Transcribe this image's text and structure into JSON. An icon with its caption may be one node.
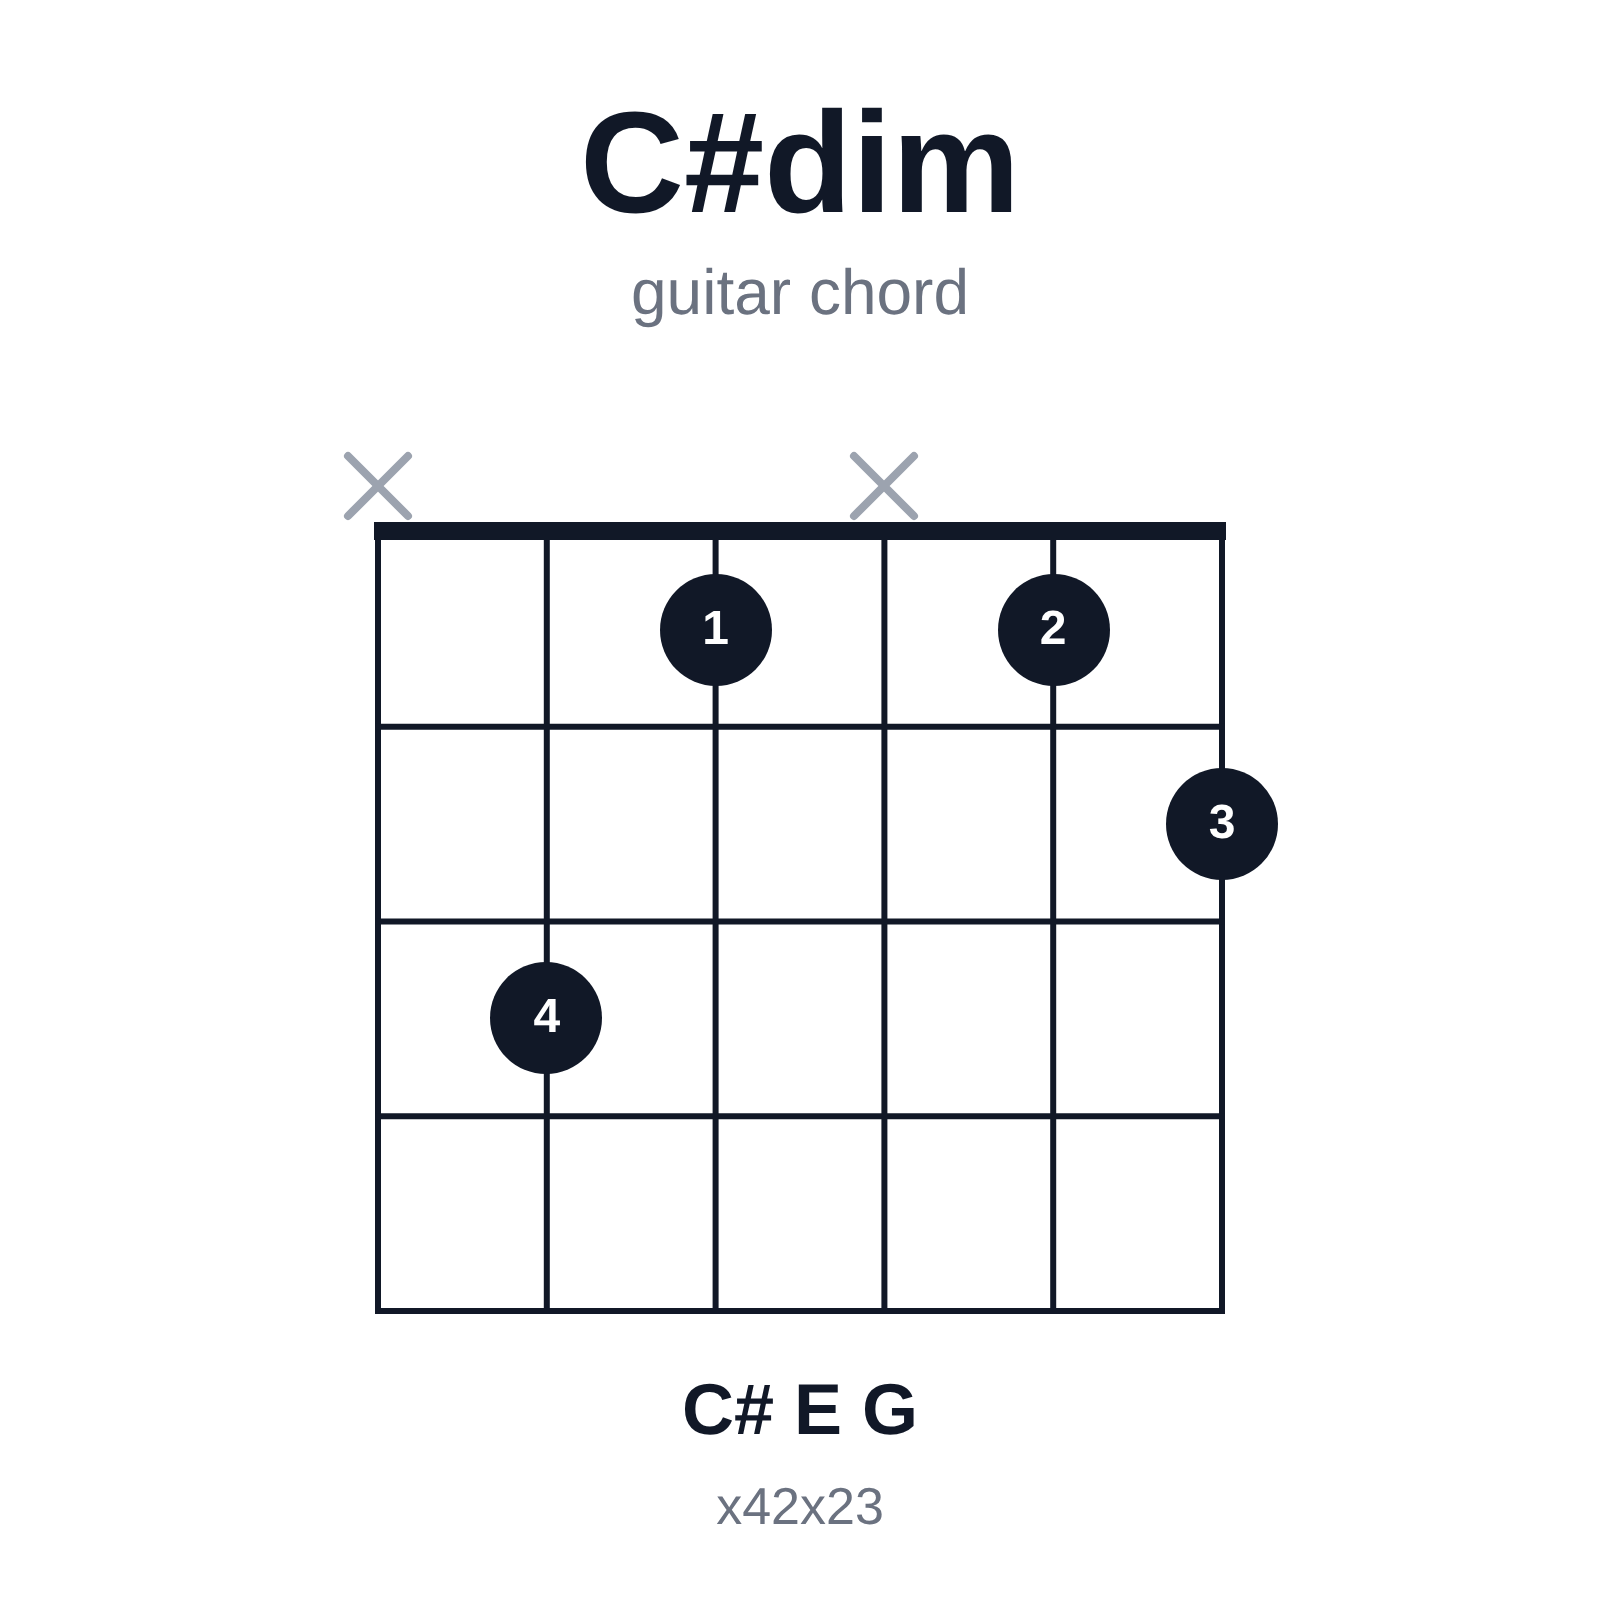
{
  "diagram": {
    "title": "C#dim",
    "nodes": [
      {
        "text": [
          "1"
        ]
      },
      {
        "text": [
          "2"
        ]
      },
      {
        "text": [
          "3"
        ]
      },
      {
        "text": [
          "4"
        ]
      }
    ],
    "labels": [
      "guitar chord",
      "C# E G",
      "x42x23"
    ]
  }
}
